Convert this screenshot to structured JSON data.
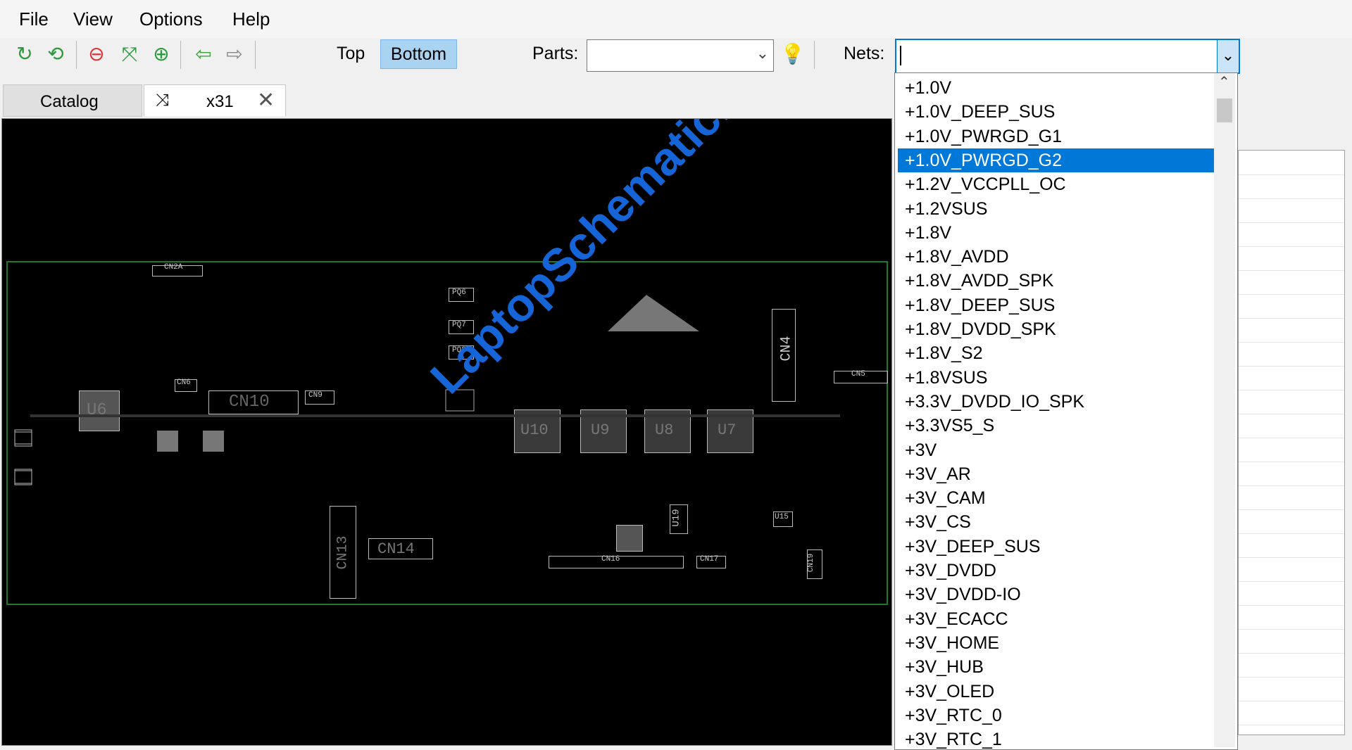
{
  "menu": {
    "file": "File",
    "view": "View",
    "options": "Options",
    "help": "Help"
  },
  "toolbar": {
    "icons": [
      "refresh-icon",
      "rotate-icon",
      "zoom-out-icon",
      "fit-icon",
      "zoom-in-icon",
      "arrow-left-icon",
      "arrow-right-icon"
    ],
    "top_label": "Top",
    "bottom_label": "Bottom",
    "parts_label": "Parts:",
    "parts_value": "",
    "nets_label": "Nets:",
    "nets_value": ""
  },
  "tabs": {
    "catalog": "Catalog",
    "file_name": "x31"
  },
  "nets_list": [
    "+1.0V",
    "+1.0V_DEEP_SUS",
    "+1.0V_PWRGD_G1",
    "+1.0V_PWRGD_G2",
    "+1.2V_VCCPLL_OC",
    "+1.2VSUS",
    "+1.8V",
    "+1.8V_AVDD",
    "+1.8V_AVDD_SPK",
    "+1.8V_DEEP_SUS",
    "+1.8V_DVDD_SPK",
    "+1.8V_S2",
    "+1.8VSUS",
    "+3.3V_DVDD_IO_SPK",
    "+3.3VS5_S",
    "+3V",
    "+3V_AR",
    "+3V_CAM",
    "+3V_CS",
    "+3V_DEEP_SUS",
    "+3V_DVDD",
    "+3V_DVDD-IO",
    "+3V_ECACC",
    "+3V_HOME",
    "+3V_HUB",
    "+3V_OLED",
    "+3V_RTC_0",
    "+3V_RTC_1"
  ],
  "nets_selected": "+1.0V_PWRGD_G2",
  "board_labels": {
    "cn2a": "CN2A",
    "cn4": "CN4",
    "cn5": "CN5",
    "cn6": "CN6",
    "cn9": "CN9",
    "cn10": "CN10",
    "cn13": "CN13",
    "cn14": "CN14",
    "cn16": "CN16",
    "cn17": "CN17",
    "cn19": "CN19",
    "u6": "U6",
    "u7": "U7",
    "u8": "U8",
    "u9": "U9",
    "u10": "U10",
    "u19": "U19",
    "u15": "U15",
    "pq6": "PQ6",
    "pq7": "PQ7",
    "pq8": "PQ8"
  },
  "watermark": "LaptopSchematic.com"
}
